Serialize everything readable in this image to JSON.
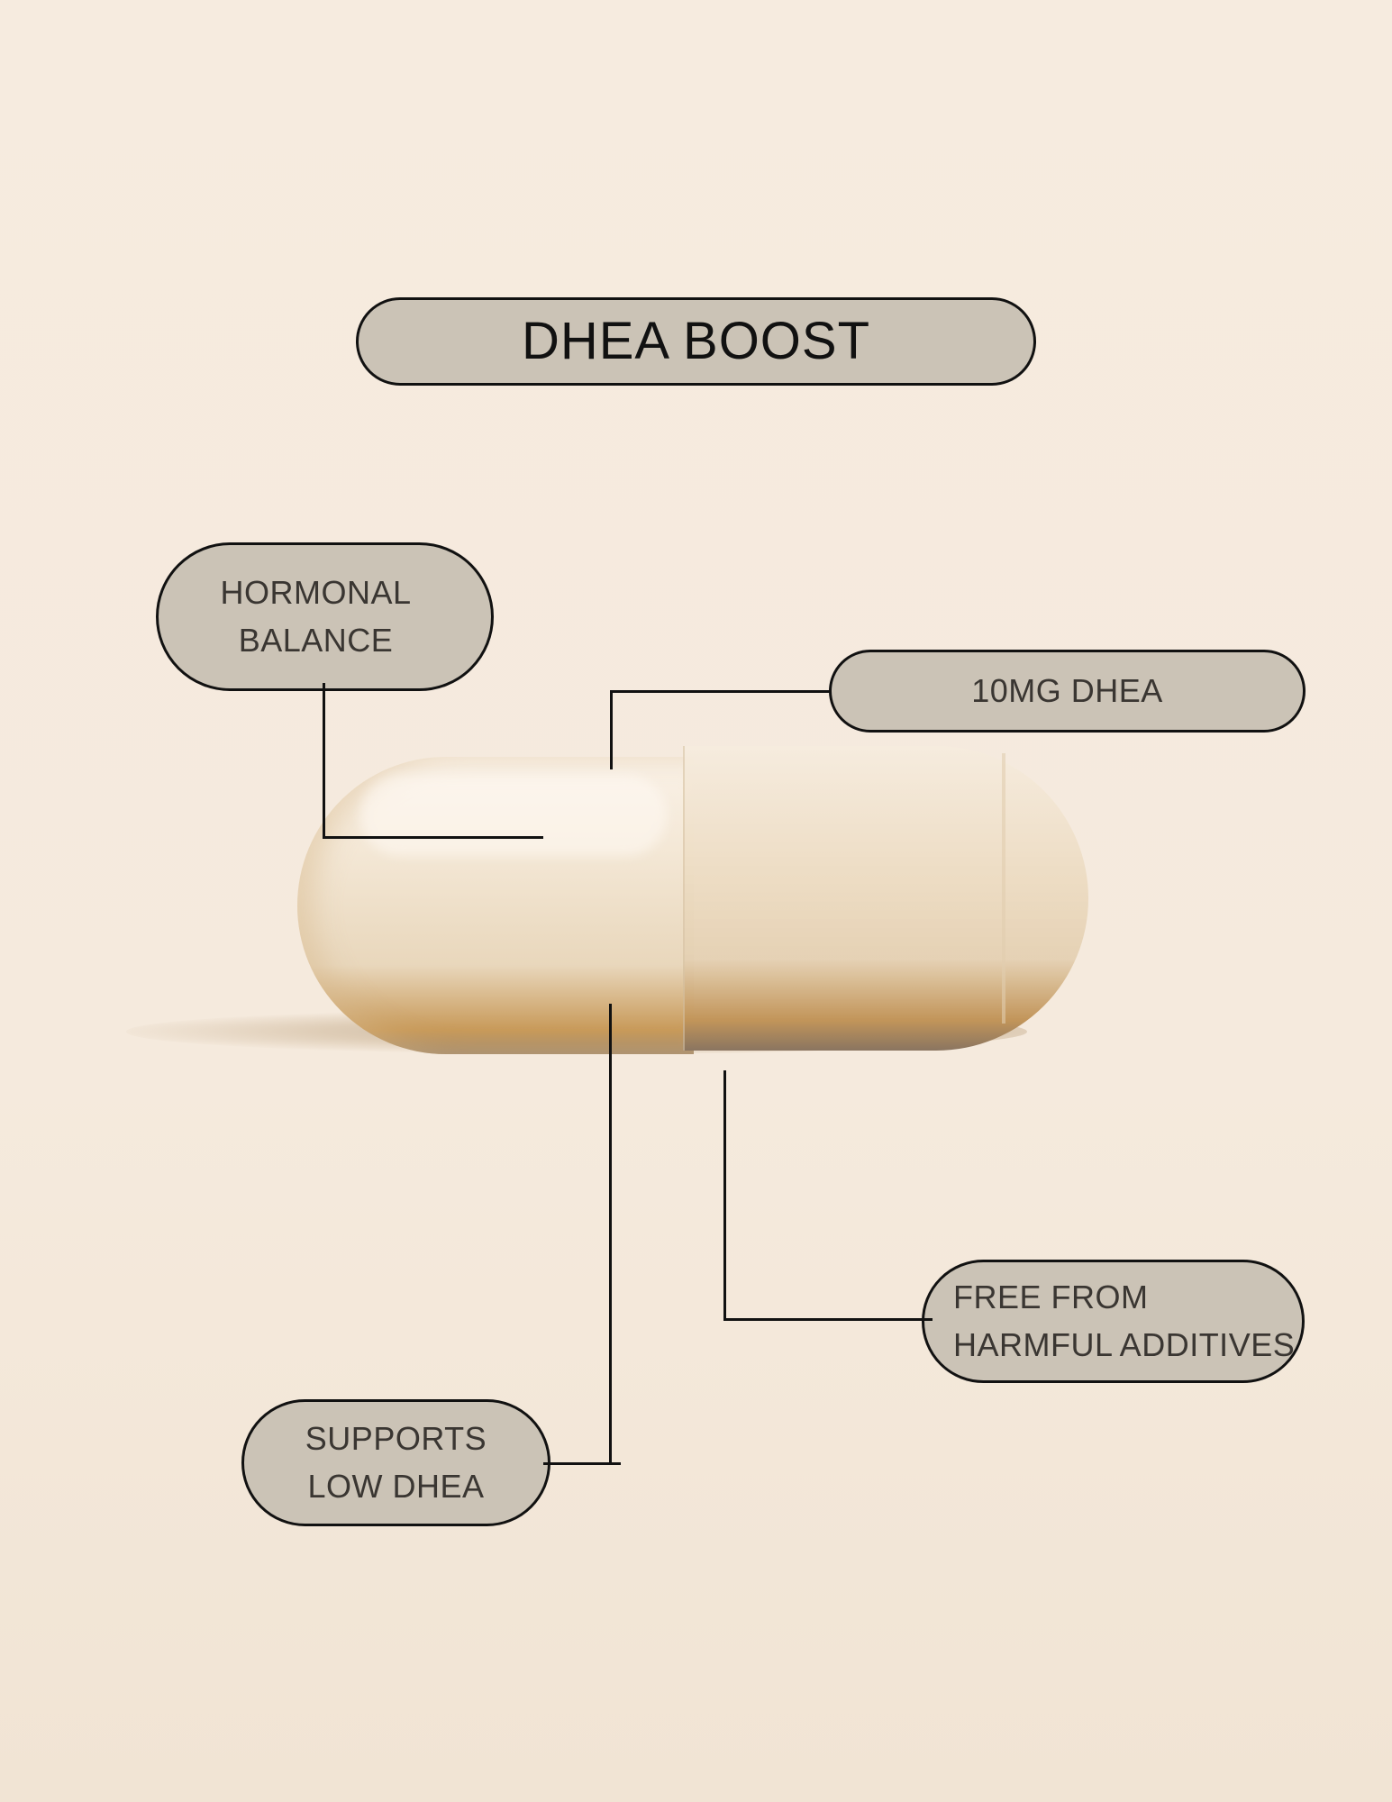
{
  "title": "DHEA BOOST",
  "callouts": {
    "hormonal_balance": {
      "line1": "HORMONAL",
      "line2": "BALANCE"
    },
    "dosage": {
      "label": "10MG DHEA"
    },
    "free_from": {
      "line1": "FREE FROM",
      "line2": "HARMFUL ADDITIVES"
    },
    "supports": {
      "line1": "SUPPORTS",
      "line2": "LOW DHEA"
    }
  },
  "colors": {
    "background": "#f6ebdf",
    "pill_fill": "#cbc3b6",
    "pill_border": "#111111",
    "text": "#3a3632",
    "connector": "#111111"
  }
}
